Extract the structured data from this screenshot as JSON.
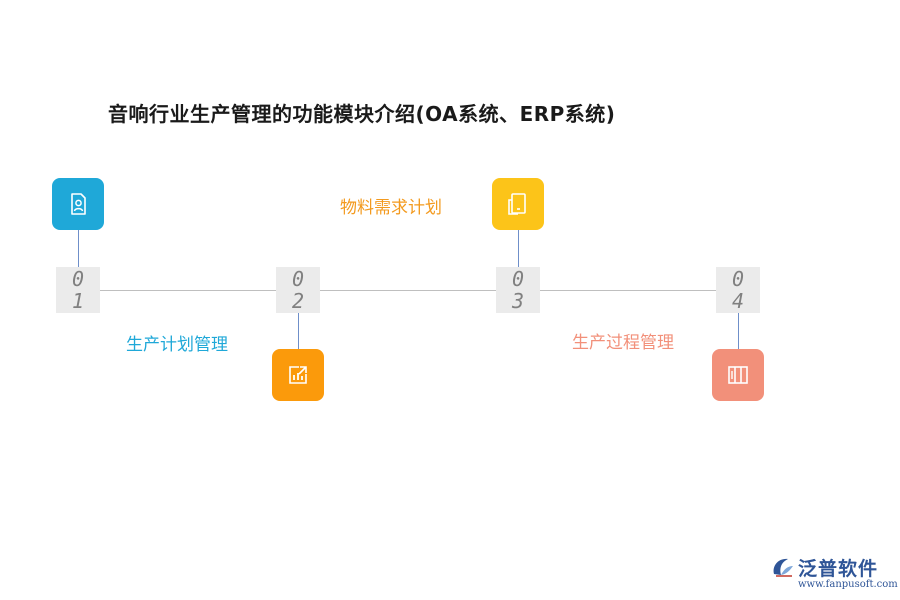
{
  "title": "音响行业生产管理的功能模块介绍(OA系统、ERP系统)",
  "steps": [
    {
      "num_top": "0",
      "num_bottom": "1",
      "label": "生产计划管理",
      "icon": "user-document-icon",
      "color": "#1fa8d8",
      "label_color": "#1fa8d8"
    },
    {
      "num_top": "0",
      "num_bottom": "2",
      "label": "",
      "icon": "bar-chart-export-icon",
      "color": "#fb9a0b",
      "label_color": "#fb9a0b"
    },
    {
      "num_top": "0",
      "num_bottom": "3",
      "label": "物料需求计划",
      "icon": "tablet-icon",
      "color": "#fcc419",
      "label_color": "#f39a1e"
    },
    {
      "num_top": "0",
      "num_bottom": "4",
      "label": "生产过程管理",
      "icon": "columns-icon",
      "color": "#f2907a",
      "label_color": "#f2907a"
    }
  ],
  "logo": {
    "name": "泛普软件",
    "url": "www.fanpusoft.com"
  }
}
